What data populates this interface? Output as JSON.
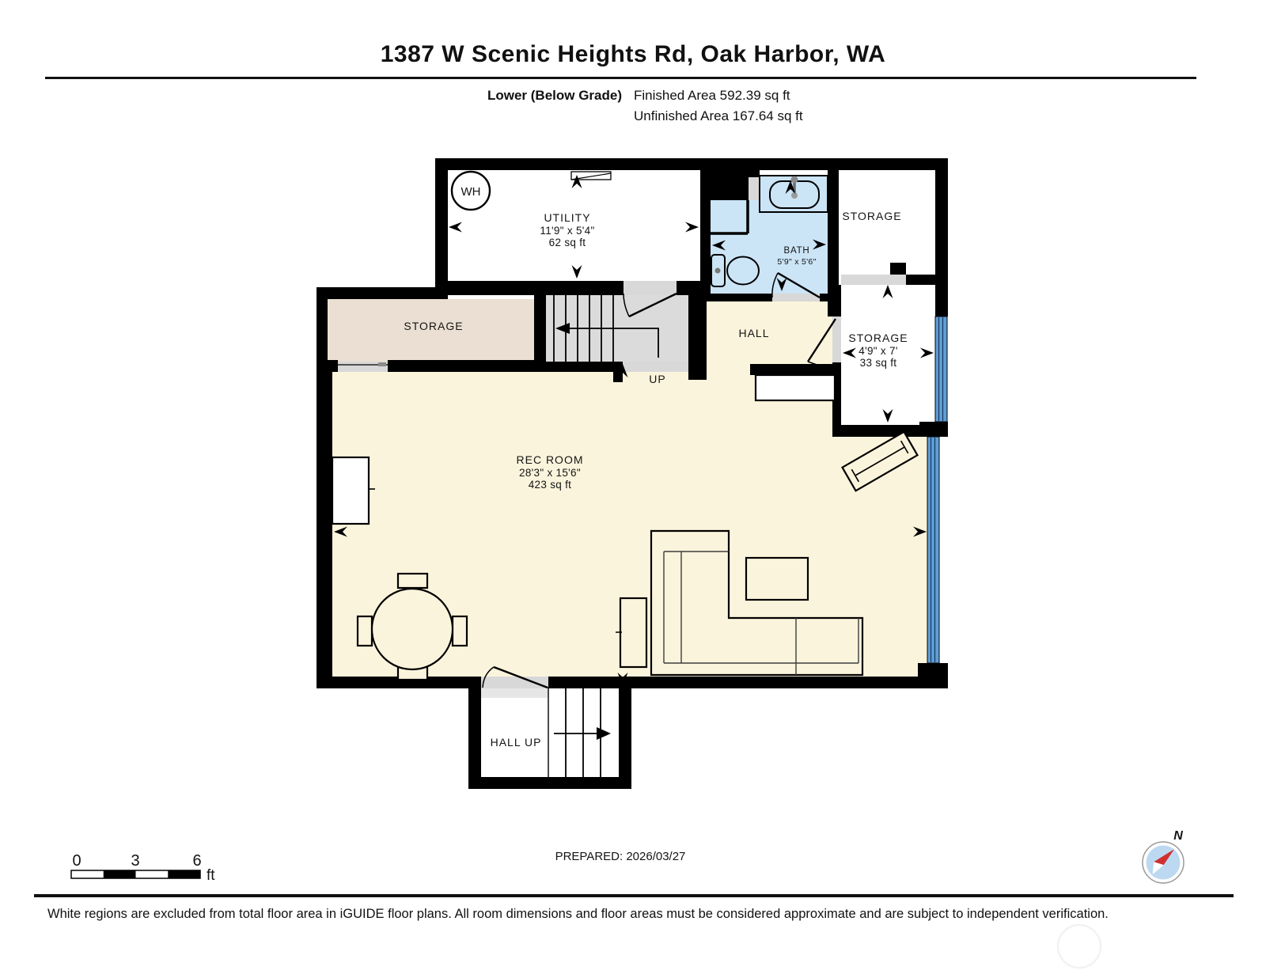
{
  "header": {
    "title": "1387 W Scenic Heights Rd, Oak Harbor, WA",
    "floor_label": "Lower (Below Grade)",
    "finished_area": "Finished Area 592.39 sq ft",
    "unfinished_area": "Unfinished Area 167.64 sq ft"
  },
  "rooms": {
    "utility": {
      "name": "UTILITY",
      "dims": "11'9\" x 5'4\"",
      "area": "62 sq ft"
    },
    "bath": {
      "name": "BATH",
      "dims": "5'9\" x 5'6\""
    },
    "storage_upper": {
      "name": "STORAGE"
    },
    "storage_lower": {
      "name": "STORAGE",
      "dims": "4'9\" x 7'",
      "area": "33 sq ft"
    },
    "storage_left": {
      "name": "STORAGE"
    },
    "hall": {
      "name": "HALL"
    },
    "rec_room": {
      "name": "REC ROOM",
      "dims": "28'3\" x 15'6\"",
      "area": "423 sq ft"
    },
    "stair_up_label": "UP",
    "hall_up_label": "HALL UP",
    "water_heater_label": "WH"
  },
  "scale_bar": {
    "tick_0": "0",
    "tick_3": "3",
    "tick_6": "6",
    "unit": "ft"
  },
  "prepared_label": "PREPARED: 2026/03/27",
  "compass": {
    "north_label": "N"
  },
  "footer": {
    "disclaimer": "White regions are excluded from total floor area in iGUIDE floor plans. All room dimensions and floor areas must be considered approximate and are subject to independent verification."
  },
  "colors": {
    "wall": "#000000",
    "finished_floor": "#FBF4DC",
    "storage_tan_floor": "#EADFD2",
    "bath_floor": "#CBE4F6",
    "window": "#5F9FD6",
    "stairs": "#DBDBDB",
    "compass_needle_red": "#D03030",
    "compass_disc": "#BDD9F1"
  }
}
